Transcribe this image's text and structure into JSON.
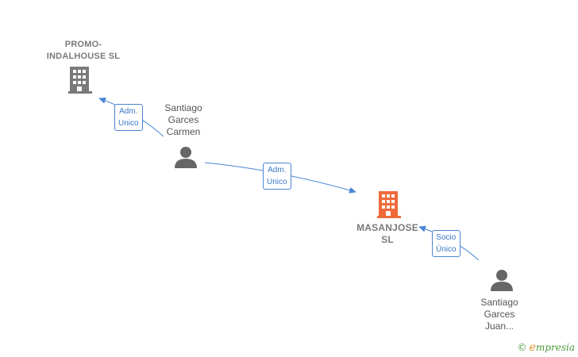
{
  "nodes": {
    "promo": {
      "label_line1": "PROMO-",
      "label_line2": "INDALHOUSE SL",
      "icon": "building-icon",
      "color": "#7a7a7a"
    },
    "santiago_carmen": {
      "line1": "Santiago",
      "line2": "Garces",
      "line3": "Carmen",
      "icon": "person-icon",
      "color": "#666666"
    },
    "masanjose": {
      "line1": "MASANJOSE",
      "line2": "SL",
      "icon": "building-icon",
      "color": "#f06a3a"
    },
    "santiago_juan": {
      "line1": "Santiago",
      "line2": "Garces",
      "line3": "Juan...",
      "icon": "person-icon",
      "color": "#666666"
    }
  },
  "edges": {
    "carmen_to_promo": {
      "line1": "Adm.",
      "line2": "Unico"
    },
    "carmen_to_masanjose": {
      "line1": "Adm.",
      "line2": "Unico"
    },
    "juan_to_masanjose": {
      "line1": "Socio",
      "line2": "Único"
    }
  },
  "colors": {
    "edge": "#4a86d4"
  },
  "watermark": {
    "copyright": "©",
    "brand_initial": "e",
    "brand_rest": "mpresia"
  }
}
